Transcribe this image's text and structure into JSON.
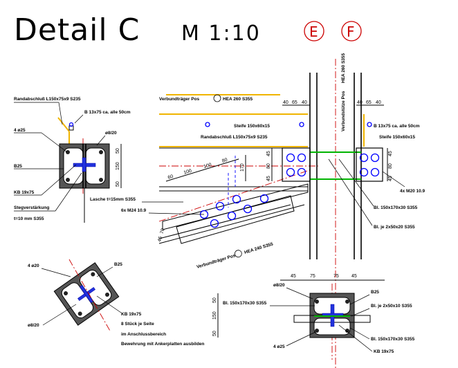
{
  "title": "Detail C",
  "scale": "M 1:10",
  "axes": [
    "E",
    "F"
  ],
  "labels": {
    "randabschluss_top": "Randabschluß L150x75x9 S235",
    "bolt_top_left": "B 13x75 ca. alle 50cm",
    "phi8_top": "ø8/20",
    "four_phi25": "4 ø25",
    "b25_left": "B25",
    "kb_left": "KB 19x75",
    "stegverstaerkung": "Stegverstärkung",
    "stegverstaerkung_t": "t=10 mm S355",
    "verbundtraeger_top": "Verbundträger Pos",
    "verbundtraeger_top_profile": "HEA 260 S355",
    "steife_left": "Steife 150x60x15",
    "randabschluss_mid": "Randabschluß L150x75x9 S235",
    "verbundstuetze": "Verbundstütze Pos",
    "verbundstuetze_profile": "HEA 260 S355",
    "bolt_top_right": "B 13x75 ca. alle 50cm",
    "steife_right": "Steife 150x60x15",
    "four_m20": "4x M20 10.9",
    "bl_150_170": "Bl. 150x170x30 S355",
    "bl_je_2x50": "Bl. je 2x50x20 S355",
    "lasche": "Lasche t=15mm S355",
    "six_m24": "6x M24 10.9",
    "verbundtraeger_diag": "Verbundträger Pos",
    "verbundtraeger_diag_profile": "HEA 240 S355",
    "four_phi20": "4 ø20",
    "b25_section": "B25",
    "phi8_section": "ø8/20",
    "kb_section": "KB 19x75",
    "note_1": "8 Stück je Seite",
    "note_2": "im Anschlussbereich",
    "note_3": "Bewehrung mit Ankerplatten ausbilden",
    "phi8_bottom": "ø8/20",
    "b25_bottom": "B25",
    "bl_bottom_1": "Bl. 150x170x30 S355",
    "bl_je_2x50x10": "Bl. je 2x50x10 S355",
    "bl_bottom_2": "Bl. 150x170x30 S355",
    "kb_bottom": "KB 19x75",
    "four_phi25_bottom": "4 ø25"
  },
  "dims": {
    "top_left": [
      "40",
      "65",
      "40"
    ],
    "top_right": [
      "40",
      "65",
      "40"
    ],
    "beam_diag": [
      "60",
      "100",
      "100",
      "80"
    ],
    "left_section": [
      "50",
      "150",
      "50"
    ],
    "right_plate": [
      "45",
      "80",
      "45"
    ],
    "mid_plate": [
      "45",
      "80",
      "45"
    ],
    "h170": "170",
    "diag_left": [
      "45",
      "70"
    ],
    "bottom_top": [
      "45",
      "75",
      "75",
      "45"
    ],
    "bottom_left": [
      "50",
      "150",
      "50"
    ]
  }
}
